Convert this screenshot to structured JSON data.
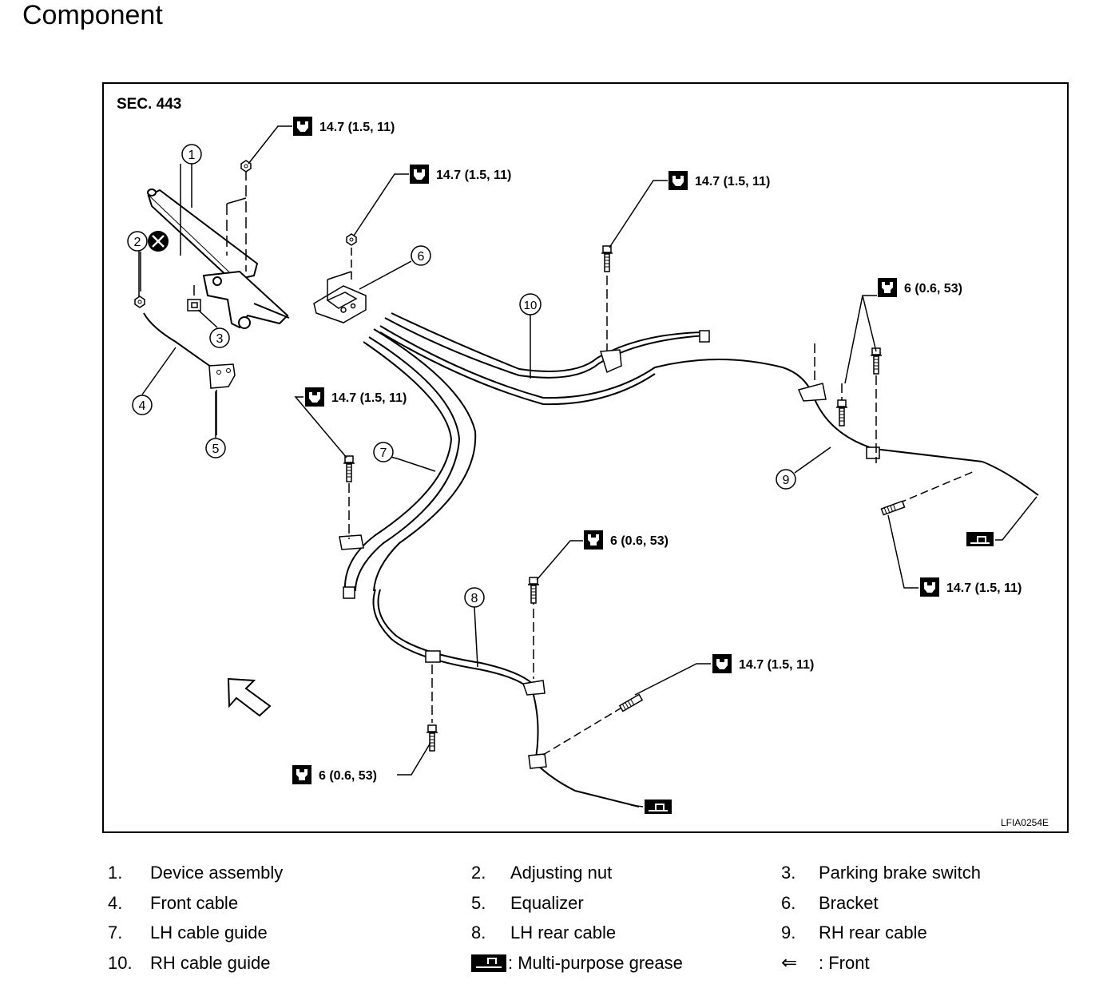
{
  "page_title": "Component",
  "diagram": {
    "section": "SEC. 443",
    "figure_code": "LFIA0254E",
    "torques": {
      "t1": "14.7 (1.5, 11)",
      "t2": "14.7 (1.5, 11)",
      "t3": "14.7 (1.5, 11)",
      "t4": "6 (0.6, 53)",
      "t5": "14.7 (1.5, 11)",
      "t6": "6 (0.6, 53)",
      "t7": "14.7 (1.5, 11)",
      "t8": "14.7 (1.5, 11)",
      "t9": "6 (0.6, 53)"
    },
    "callouts": [
      "1",
      "2",
      "3",
      "4",
      "5",
      "6",
      "7",
      "8",
      "9",
      "10"
    ]
  },
  "legend": {
    "items": [
      {
        "num": "1.",
        "label": "Device assembly"
      },
      {
        "num": "2.",
        "label": "Adjusting nut"
      },
      {
        "num": "3.",
        "label": "Parking brake switch"
      },
      {
        "num": "4.",
        "label": "Front cable"
      },
      {
        "num": "5.",
        "label": "Equalizer"
      },
      {
        "num": "6.",
        "label": "Bracket"
      },
      {
        "num": "7.",
        "label": "LH cable guide"
      },
      {
        "num": "8.",
        "label": "LH rear cable"
      },
      {
        "num": "9.",
        "label": "RH rear cable"
      },
      {
        "num": "10.",
        "label": "RH cable guide"
      }
    ],
    "grease_label": ": Multi-purpose grease",
    "front_symbol": "⇐",
    "front_label": ": Front"
  }
}
